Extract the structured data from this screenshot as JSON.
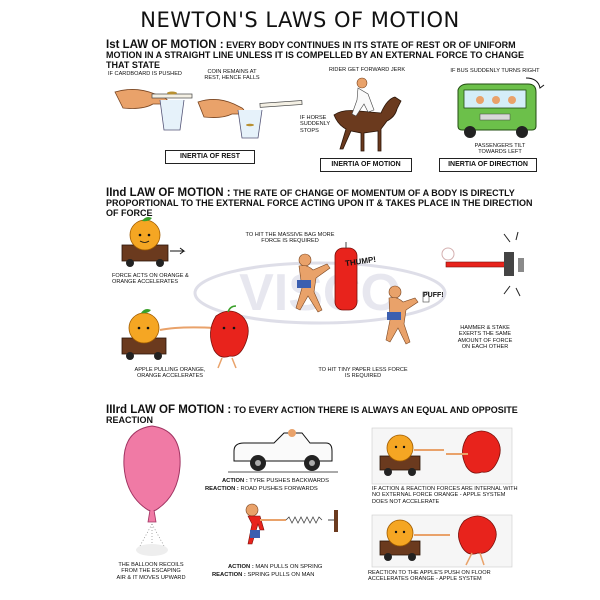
{
  "title": "NEWTON'S LAWS OF MOTION",
  "brand": "VISCO",
  "law1": {
    "heading": "Ist LAW OF MOTION :",
    "text": "EVERY BODY CONTINUES IN ITS STATE OF REST OR OF UNIFORM MOTION IN A STRAIGHT LINE UNLESS IT IS COMPELLED BY AN EXTERNAL FORCE TO CHANGE THAT STATE",
    "captions": {
      "cardboard": "IF CARDBOARD IS PUSHED",
      "coin": "COIN REMAINS AT REST, HENCE FALLS",
      "rider": "RIDER GET FORWARD JERK",
      "horse": "IF HORSE SUDDENLY STOPS",
      "bus": "IF BUS SUDDENLY TURNS RIGHT",
      "passengers": "PASSENGERS TILT TOWARDS LEFT"
    },
    "boxes": [
      "INERTIA OF REST",
      "INERTIA OF MOTION",
      "INERTIA OF DIRECTION"
    ]
  },
  "law2": {
    "heading": "IInd LAW OF MOTION :",
    "text": "THE RATE OF CHANGE OF MOMENTUM OF A BODY IS DIRECTLY PROPORTIONAL TO THE EXTERNAL FORCE ACTING UPON IT & TAKES PLACE IN THE DIRECTION OF FORCE",
    "captions": {
      "force_orange": "FORCE ACTS ON ORANGE & ORANGE ACCELERATES",
      "massive_bag": "TO HIT THE MASSIVE BAG MORE FORCE IS REQUIRED",
      "thump": "THUMP!",
      "puff": "PUFF!",
      "apple_pulling": "APPLE PULLING ORANGE, ORANGE ACCELERATES",
      "tiny_paper": "TO HIT TINY PAPER LESS FORCE IS REQUIRED",
      "hammer": "HAMMER & STAKE EXERTS THE SAME AMOUNT OF FORCE ON EACH OTHER"
    }
  },
  "law3": {
    "heading": "IIIrd LAW OF MOTION :",
    "text": "TO EVERY ACTION THERE IS ALWAYS AN EQUAL AND OPPOSITE REACTION",
    "captions": {
      "balloon": "THE BALLOON RECOILS FROM THE ESCAPING AIR & IT MOVES UPWARD",
      "car_action_label": "ACTION :",
      "car_action": "TYRE PUSHES BACKWARDS",
      "car_reaction_label": "REACTION :",
      "car_reaction": "ROAD PUSHES FORWARDS",
      "spring_action_label": "ACTION :",
      "spring_action": "MAN PULLS ON SPRING",
      "spring_reaction_label": "REACTION :",
      "spring_reaction": "SPRING PULLS ON MAN",
      "internal_force": "IF ACTION & REACTION FORCES ARE INTERNAL WITH NO EXTERNAL FORCE ORANGE - APPLE SYSTEM DOES NOT ACCELERATE",
      "floor_reaction": "REACTION TO THE APPLE'S PUSH ON FLOOR ACCELERATES ORANGE - APPLE SYSTEM"
    }
  },
  "colors": {
    "orange": "#f5a623",
    "apple": "#e8231c",
    "bus": "#6cc04a",
    "balloon": "#f07aa5",
    "cart": "#6b3a1e",
    "skin": "#e9a26a"
  }
}
